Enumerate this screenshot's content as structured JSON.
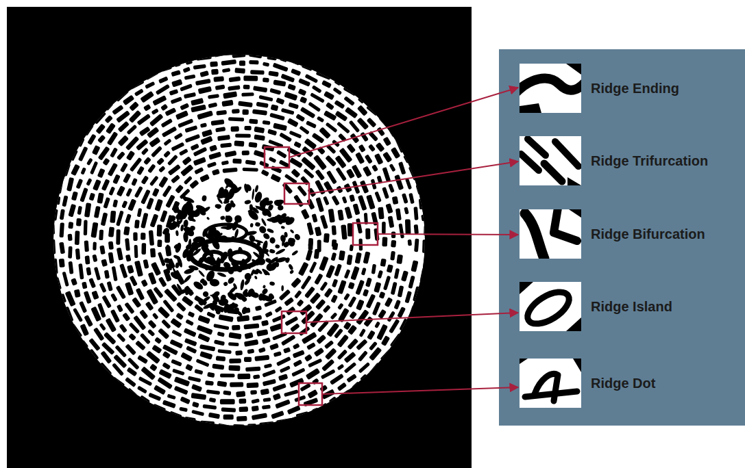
{
  "diagram": {
    "nodes": [
      {
        "text": [
          "Ridge Ending"
        ]
      },
      {
        "text": [
          "Ridge Trifurcation"
        ]
      },
      {
        "text": [
          "Ridge Bifurcation"
        ]
      },
      {
        "text": [
          "Ridge Island"
        ]
      },
      {
        "text": [
          "Ridge Dot"
        ]
      }
    ]
  }
}
